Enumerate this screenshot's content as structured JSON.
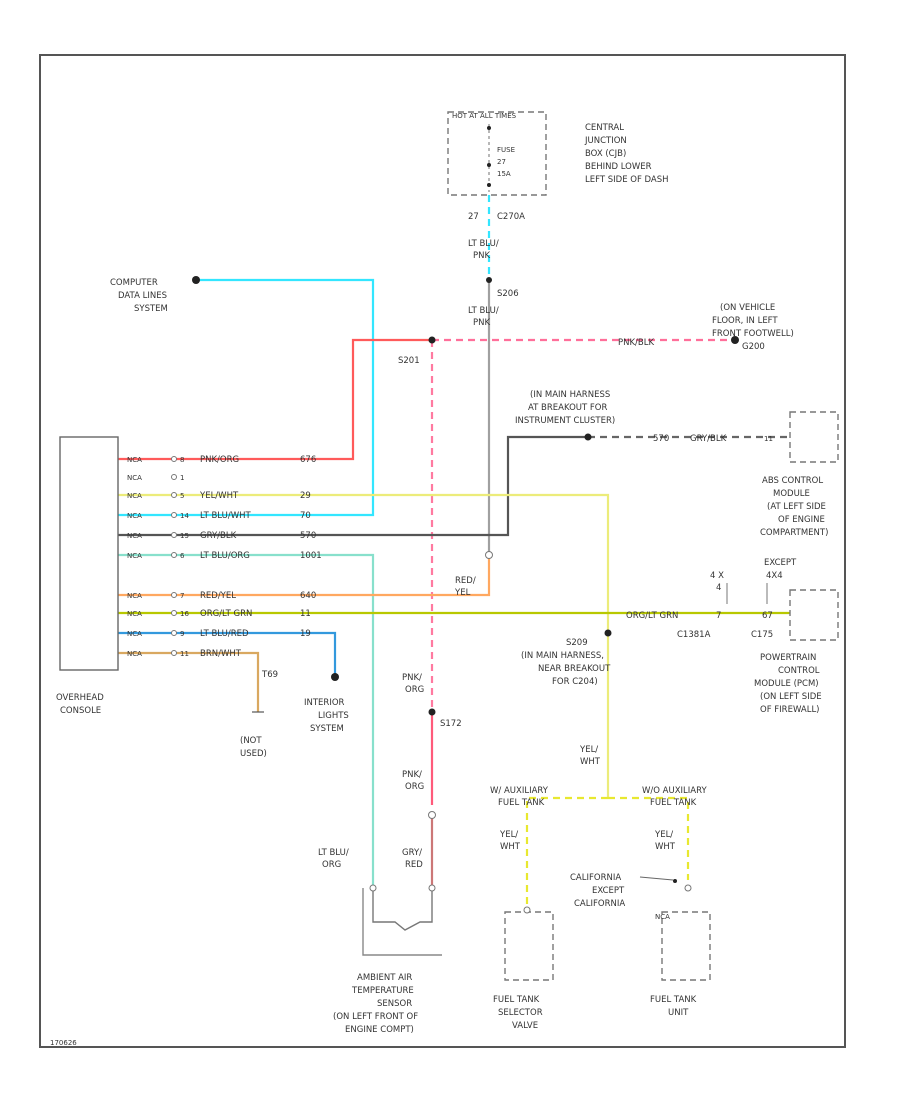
{
  "colors": {
    "cyan": "#33e6ff",
    "red": "#ff5a5a",
    "pink": "#ff7aa0",
    "yellow": "#e8e86a",
    "gray": "#8a8a8a",
    "orange": "#ffa860",
    "olive": "#b8c800",
    "blue": "#3399dd",
    "green_ltblu": "#66ccaa",
    "tan": "#d9a860",
    "dark": "#555555"
  },
  "fuse_box": {
    "hot_label": "HOT AT ALL TIMES",
    "fuse_lines": [
      "FUSE",
      "27",
      "15A"
    ],
    "name_lines": [
      "CENTRAL",
      "JUNCTION",
      "BOX (CJB)",
      "BEHIND LOWER",
      "LEFT SIDE OF DASH"
    ],
    "pin": "27",
    "connector": "C270A"
  },
  "wire_ltblu_pnk_1": [
    "LT BLU/",
    "PNK"
  ],
  "splice_s206": "S206",
  "wire_ltblu_pnk_2": [
    "LT BLU/",
    "PNK"
  ],
  "splice_s201": "S201",
  "computer_system": [
    "COMPUTER",
    "DATA LINES",
    "SYSTEM"
  ],
  "ground_g200": [
    "(ON VEHICLE",
    "FLOOR, IN LEFT",
    "FRONT FOOTWELL)",
    "G200"
  ],
  "ground_wire_label": "PNK/BLK",
  "harness_note": [
    "(IN MAIN HARNESS",
    "AT BREAKOUT FOR",
    "INSTRUMENT CLUSTER)"
  ],
  "abs_wire": {
    "circuit": "570",
    "color": "GRY/BLK"
  },
  "abs_module": [
    "ABS CONTROL",
    "MODULE",
    "(AT LEFT SIDE",
    "OF ENGINE",
    "COMPARTMENT)"
  ],
  "overhead_console": {
    "name": [
      "OVERHEAD",
      "CONSOLE"
    ],
    "pins": [
      {
        "tag": "NCA",
        "pin": "8",
        "color": "PNK/ORG",
        "circuit": "676"
      },
      {
        "tag": "NCA",
        "pin": "1",
        "color": "",
        "circuit": ""
      },
      {
        "tag": "NCA",
        "pin": "5",
        "color": "YEL/WHT",
        "circuit": "29"
      },
      {
        "tag": "NCA",
        "pin": "14",
        "color": "LT BLU/WHT",
        "circuit": "70"
      },
      {
        "tag": "NCA",
        "pin": "15",
        "color": "GRY/BLK",
        "circuit": "570"
      },
      {
        "tag": "NCA",
        "pin": "6",
        "color": "LT BLU/ORG",
        "circuit": "1001"
      },
      {
        "tag": "NCA",
        "pin": "7",
        "color": "RED/YEL",
        "circuit": "640"
      },
      {
        "tag": "NCA",
        "pin": "16",
        "color": "ORG/LT GRN",
        "circuit": "11"
      },
      {
        "tag": "NCA",
        "pin": "9",
        "color": "LT BLU/RED",
        "circuit": "19"
      },
      {
        "tag": "NCA",
        "pin": "11",
        "color": "BRN/WHT",
        "circuit": ""
      }
    ]
  },
  "except_4x4": [
    "EXCEPT",
    "4X4"
  ],
  "label_4x4": [
    "4 X",
    "4"
  ],
  "pcm_wire": {
    "color": "ORG/LT GRN",
    "pin_left": "7",
    "pin_right": "67"
  },
  "connectors_pcm": {
    "left": "C1381A",
    "right": "C175"
  },
  "pcm": [
    "POWERTRAIN",
    "CONTROL",
    "MODULE (PCM)",
    "(ON LEFT SIDE",
    "OF FIREWALL)"
  ],
  "wire_red_yel": [
    "RED/",
    "YEL"
  ],
  "s209": [
    "S209",
    "(IN MAIN HARNESS,",
    "NEAR BREAKOUT",
    "FOR C204)"
  ],
  "wire_pnk_org_1": [
    "PNK/",
    "ORG"
  ],
  "s172": "S172",
  "wire_pnk_org_2": [
    "PNK/",
    "ORG"
  ],
  "t69": "T69",
  "not_used": [
    "(NOT",
    "USED)"
  ],
  "interior_lights": [
    "INTERIOR",
    "LIGHTS",
    "SYSTEM"
  ],
  "wire_yel_wht_1": [
    "YEL/",
    "WHT"
  ],
  "aux_tank_with": [
    "W/ AUXILIARY",
    "FUEL TANK"
  ],
  "aux_tank_without": [
    "W/O AUXILIARY",
    "FUEL TANK"
  ],
  "wire_yel_wht_2": [
    "YEL/",
    "WHT"
  ],
  "wire_yel_wht_3": [
    "YEL/",
    "WHT"
  ],
  "california": [
    "CALIFORNIA",
    "EXCEPT",
    "CALIFORNIA"
  ],
  "wire_ltblu_org": [
    "LT BLU/",
    "ORG"
  ],
  "wire_gry_red": [
    "GRY/",
    "RED"
  ],
  "ambient_sensor": [
    "AMBIENT AIR",
    "TEMPERATURE",
    "SENSOR",
    "(ON LEFT FRONT OF",
    "ENGINE COMPT)"
  ],
  "selector_valve": [
    "FUEL TANK",
    "SELECTOR",
    "VALVE"
  ],
  "fuel_tank_unit": [
    "FUEL TANK",
    "UNIT"
  ],
  "unit_tag": "NCA",
  "footer_code": "170626"
}
